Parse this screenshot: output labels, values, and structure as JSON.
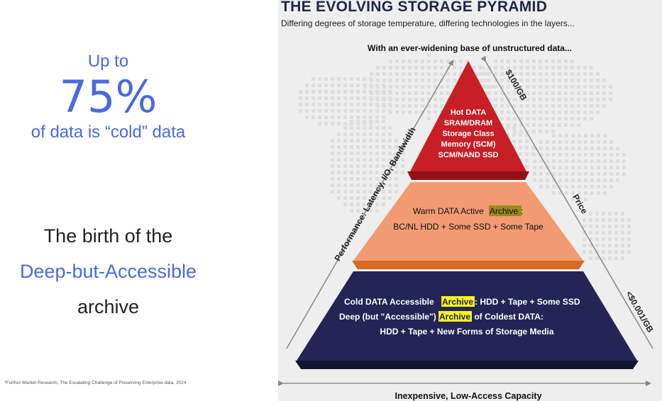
{
  "left": {
    "stat_prefix": "Up to",
    "stat_value": "75%",
    "stat_suffix": "of data is “cold” data",
    "birth_line1": "The birth of the",
    "birth_line2": "Deep-but-Accessible",
    "birth_line3": "archive",
    "footnote": "*Furthur Market Research, The Escalating Challenge of Preserving Enterprise data, 2024"
  },
  "pyramid": {
    "title": "THE EVOLVING STORAGE PYRAMID",
    "subtitle": "Differing degrees of storage temperature, differing technologies in the layers...",
    "top_caption": "With an ever-widening base of unstructured data...",
    "left_axis": "Performance: Latency, I/O, Bandwidth",
    "right_top_price": "$100/GB",
    "right_axis": "Price",
    "right_bottom_price": "<$0.001/GB",
    "bottom_caption": "Inexpensive, Low-Access Capacity",
    "tier_hot": [
      "Hot DATA",
      "SRAM/DRAM",
      "Storage Class",
      "Memory (SCM)",
      "SCM/NAND SSD"
    ],
    "tier_warm_line1_pre": "Warm DATA Active ",
    "tier_warm_line1_hl": "Archive",
    "tier_warm_line1_post": ":",
    "tier_warm_line2": "BC/NL HDD + Some SSD + Some Tape",
    "tier_cold_line1_pre": "Cold DATA Accessible ",
    "tier_cold_line1_hl": "Archive",
    "tier_cold_line1_post": ": HDD + Tape + Some SSD",
    "tier_cold_line2_pre": "Deep (but \"Accessible\") ",
    "tier_cold_line2_hl": "Archive",
    "tier_cold_line2_post": " of Coldest DATA:",
    "tier_cold_line3": "HDD + Tape + New Forms of Storage Media"
  },
  "colors": {
    "accent_blue": "#4a6ae0",
    "hot": "#c81e25",
    "warm": "#f29a72",
    "cold": "#222555",
    "highlight_dark": "#9a8a1e",
    "highlight_bright": "#f7f21a"
  }
}
